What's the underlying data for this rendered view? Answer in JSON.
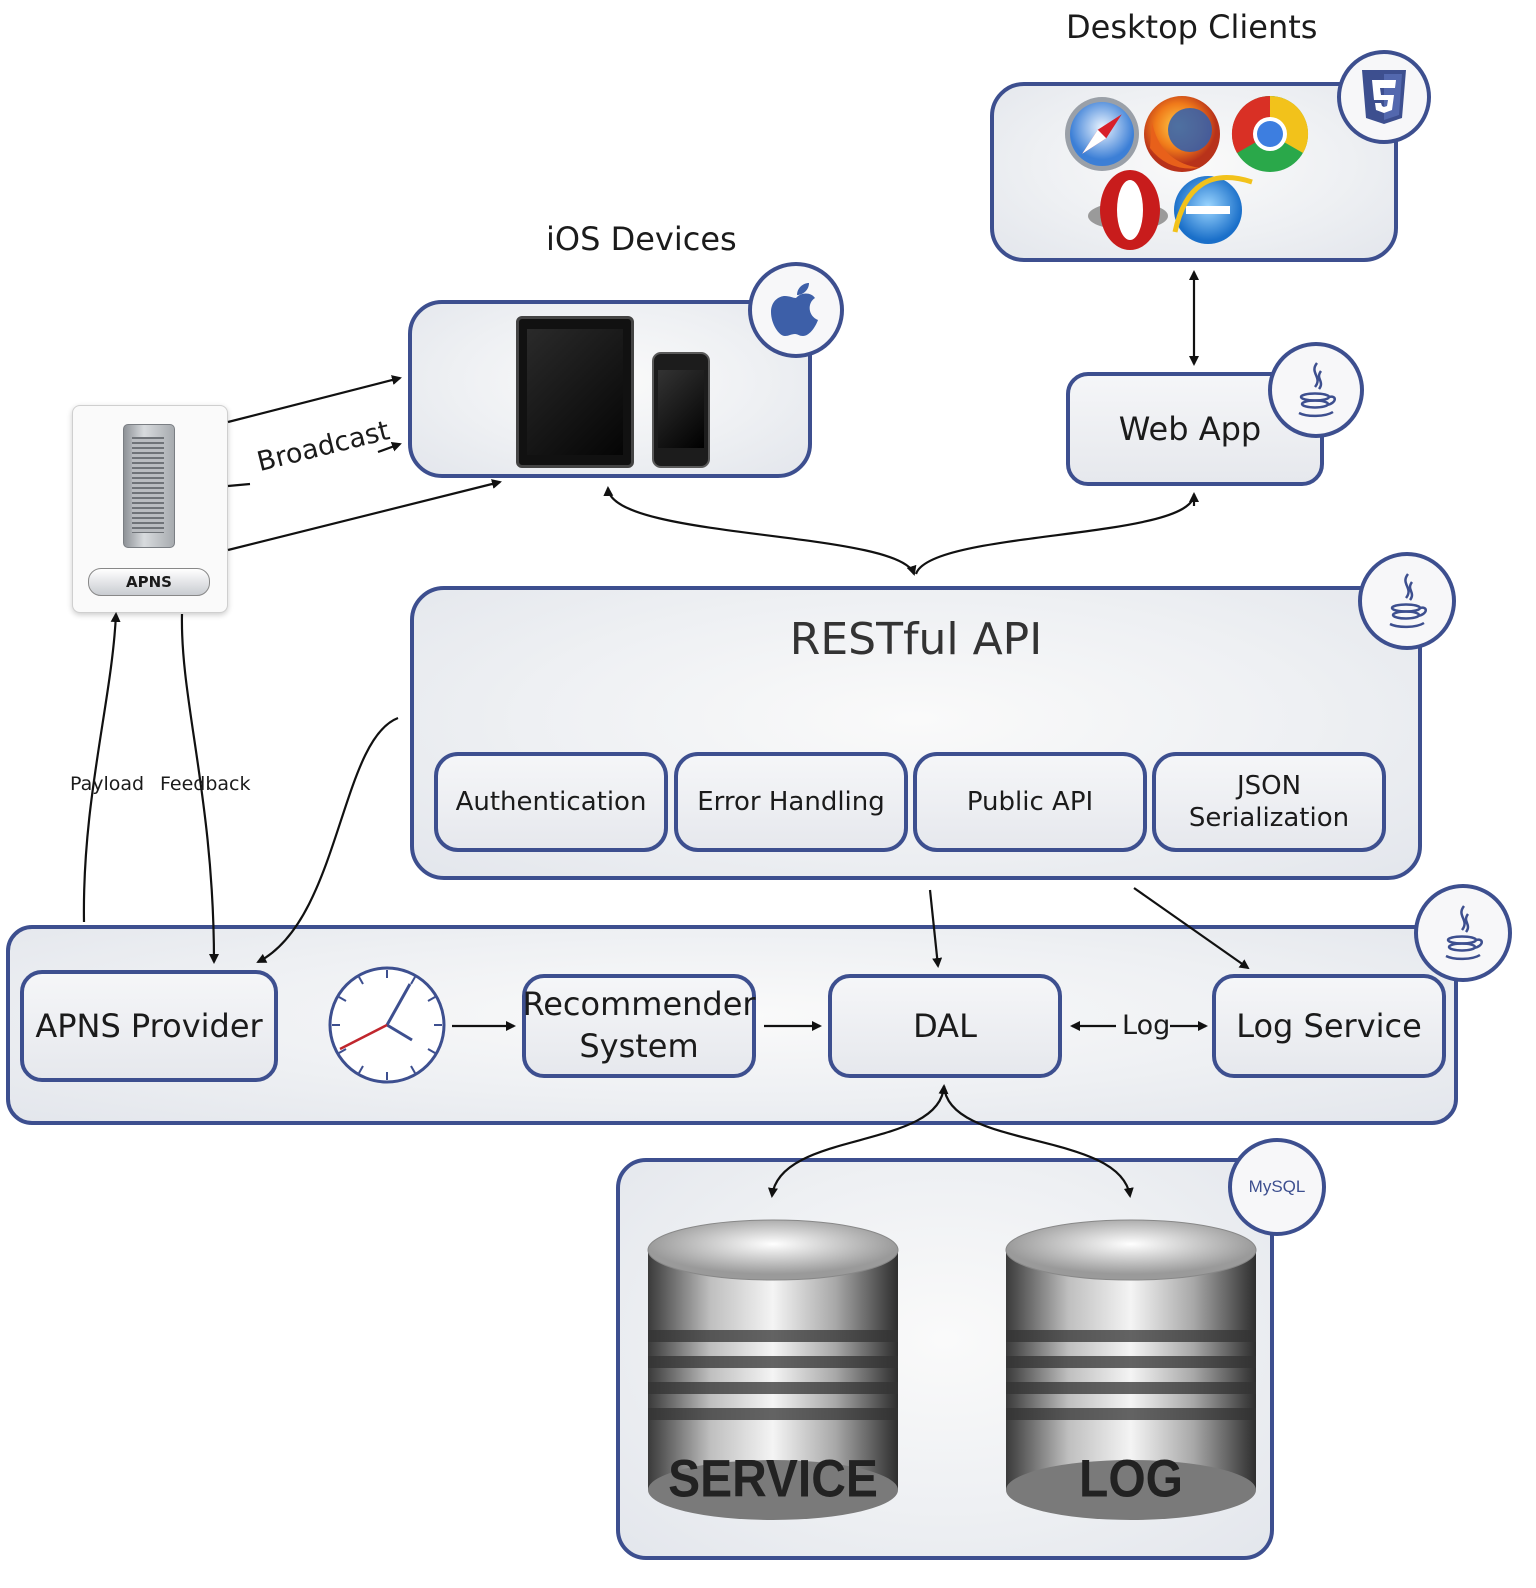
{
  "desktop": {
    "title": "Desktop Clients",
    "browsers": [
      "safari-icon",
      "firefox-icon",
      "chrome-icon",
      "opera-icon",
      "internet-explorer-icon"
    ],
    "badge": "html5-icon"
  },
  "ios": {
    "title": "iOS Devices",
    "devices": [
      "ipad",
      "iphone"
    ],
    "badge": "apple-icon"
  },
  "apns_server": {
    "label": "APNS"
  },
  "web_app": {
    "label": "Web App",
    "badge": "java-icon"
  },
  "edges": {
    "broadcast": "Broadcast",
    "payload": "Payload",
    "feedback": "Feedback",
    "log": "Log"
  },
  "restful": {
    "title": "RESTful API",
    "badge": "java-icon",
    "modules": [
      "Authentication",
      "Error Handling",
      "Public API",
      "JSON",
      "Serialization"
    ]
  },
  "backend": {
    "badge": "java-icon",
    "apns_provider": "APNS Provider",
    "recommender": [
      "Recommender",
      "System"
    ],
    "dal": "DAL",
    "log_service": "Log Service"
  },
  "storage": {
    "badge_text": "MySQL",
    "databases": [
      "SERVICE",
      "LOG"
    ]
  },
  "colors": {
    "accent": "#3d4f8f",
    "background": "#ffffff"
  }
}
